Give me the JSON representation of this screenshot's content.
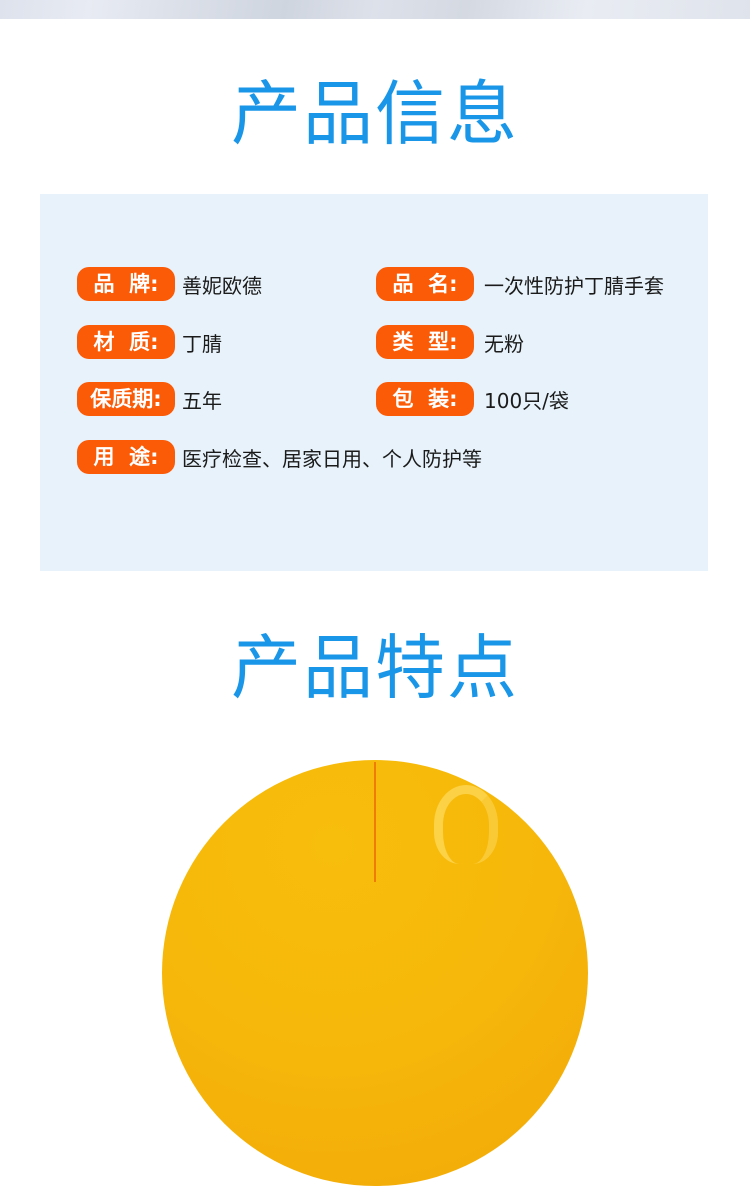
{
  "colors": {
    "title_blue": "#1a96e8",
    "label_orange": "#fb5a06",
    "panel_bg": "#e7f2fa",
    "circle_yellow": "#f6b80a"
  },
  "section1": {
    "title": "产品信息"
  },
  "info": {
    "rows": [
      {
        "label": "品  牌:",
        "value": "善妮欧德"
      },
      {
        "label": "品  名:",
        "value": "一次性防护丁腈手套"
      },
      {
        "label": "材  质:",
        "value": "丁腈"
      },
      {
        "label": "类  型:",
        "value": "无粉"
      },
      {
        "label": "保质期:",
        "value": "五年"
      },
      {
        "label": "包  装:",
        "value": "100只/袋"
      },
      {
        "label": "用  途:",
        "value": "医疗检查、居家日用、个人防护等"
      }
    ]
  },
  "section2": {
    "title": "产品特点"
  }
}
